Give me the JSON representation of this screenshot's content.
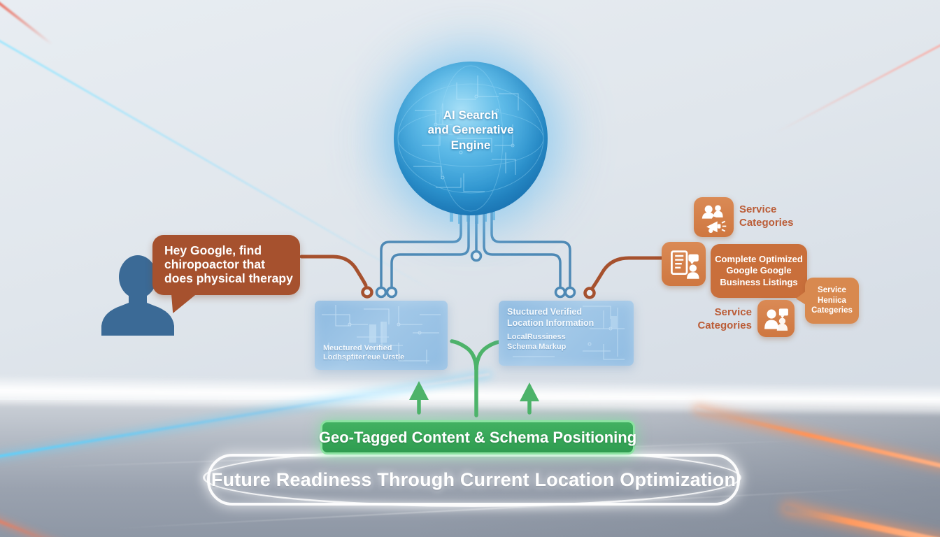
{
  "colors": {
    "globe_blue": "#2f97d2",
    "rust": "#a6512e",
    "orange_tile": "#d5804c",
    "orange_label": "#bb5d38",
    "connector_blue": "#4e89b5",
    "green": "#3fae5f",
    "box_blue": "#8cb9e0"
  },
  "globe": {
    "title_lines": [
      "AI Search",
      "and Generative",
      "Engine"
    ]
  },
  "user_query": {
    "lines": [
      "Hey Google, find",
      "chiropoactor that",
      "does physical therapy"
    ]
  },
  "left_box": {
    "lines": [
      "Meuctured Verified",
      "Lodhspfiter'eue Urstle"
    ]
  },
  "right_box": {
    "title_lines": [
      "Stuctured Verified",
      "Location Information"
    ],
    "sub_lines": [
      "LocalRussiness",
      "Schema Markup"
    ]
  },
  "badges": {
    "service_categories_top": {
      "lines": [
        "Service",
        "Categories"
      ]
    },
    "google_listing": {
      "lines": [
        "Complete Optimized",
        "Google Google",
        "Business Listings"
      ]
    },
    "service_categories_bottom": {
      "lines": [
        "Service",
        "Categories"
      ]
    },
    "service_small": {
      "lines": [
        "Service",
        "Heniica",
        "Categeries"
      ]
    }
  },
  "banner": {
    "label": "Geo-Tagged Content & Schema Positioning"
  },
  "platform": {
    "label": "Future Readiness Through Current Location Optimization"
  }
}
